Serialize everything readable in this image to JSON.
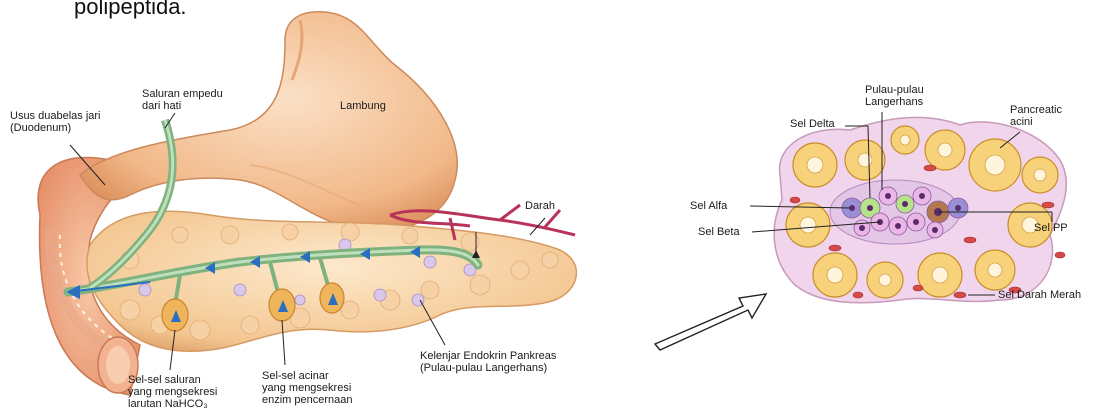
{
  "heading": "polipeptida.",
  "pancreas_labels": {
    "bile_duct": "Saluran empedu\ndari hati",
    "stomach": "Lambung",
    "duodenum": "Usus duabelas jari\n(Duodenum)",
    "blood": "Darah",
    "endocrine_gland": "Kelenjar Endokrin Pankreas\n(Pulau-pulau Langerhans)",
    "duct_cells": "Sel-sel saluran\nyang mengsekresi\nlarutan NaHCO₃",
    "acinar_cells": "Sel-sel acinar\nyang mengsekresi\nenzim pencernaan"
  },
  "islet_labels": {
    "islets": "Pulau-pulau\nLangerhans",
    "delta": "Sel Delta",
    "acini": "Pancreatic\nacini",
    "alpha": "Sel Alfa",
    "beta": "Sel Beta",
    "pp": "Sel PP",
    "rbc": "Sel Darah Merah"
  },
  "colors": {
    "stomach": "#f2b98a",
    "pancreas": "#f7cfa0",
    "duct": "#9cc79a",
    "intestine": "#f0a080",
    "blood": "#c0305a",
    "tissue": "#eed4e6",
    "acinus": "#d9a15a"
  }
}
